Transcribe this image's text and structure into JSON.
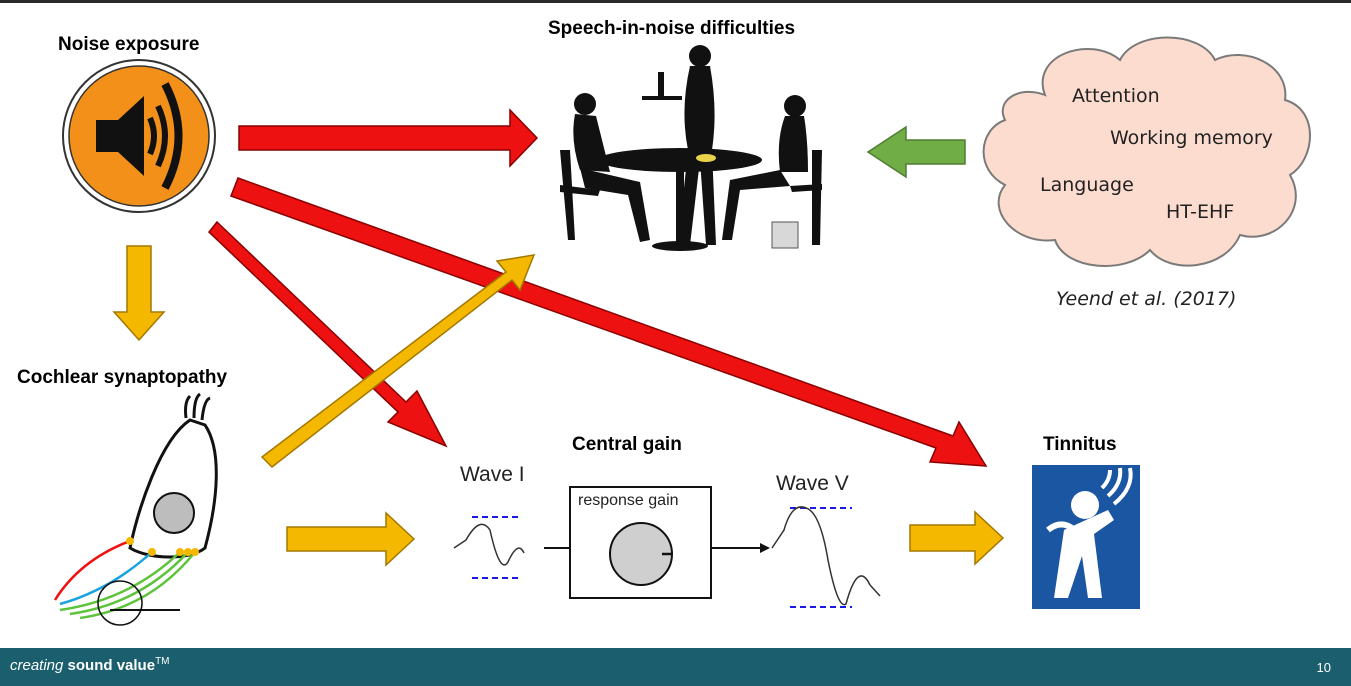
{
  "labels": {
    "noise_exposure": "Noise exposure",
    "speech_in_noise": "Speech-in-noise difficulties",
    "cochlear_synaptopathy": "Cochlear synaptopathy",
    "central_gain": "Central gain",
    "tinnitus": "Tinnitus",
    "wave_i": "Wave I",
    "wave_v": "Wave V",
    "response_gain": "response gain"
  },
  "cloud_items": [
    "Attention",
    "Working memory",
    "Language",
    "HT-EHF"
  ],
  "citation": "Yeend et al. (2017)",
  "footer": {
    "brand_italic": "creating",
    "brand_bold": "sound value",
    "trademark": "TM",
    "page_number": "10"
  },
  "colors": {
    "red_arrow": "#ee1111",
    "yellow_arrow": "#f5b800",
    "green_arrow": "#70ad47",
    "speaker_fill": "#f39019",
    "cloud_fill": "#fcdccf",
    "tinnitus_bg": "#1b56a3",
    "footer_bg": "#1b5e6e"
  },
  "icons": [
    "speaker-icon",
    "cafe-silhouette",
    "hair-cell",
    "tinnitus-logo",
    "gain-knob",
    "cloud"
  ]
}
